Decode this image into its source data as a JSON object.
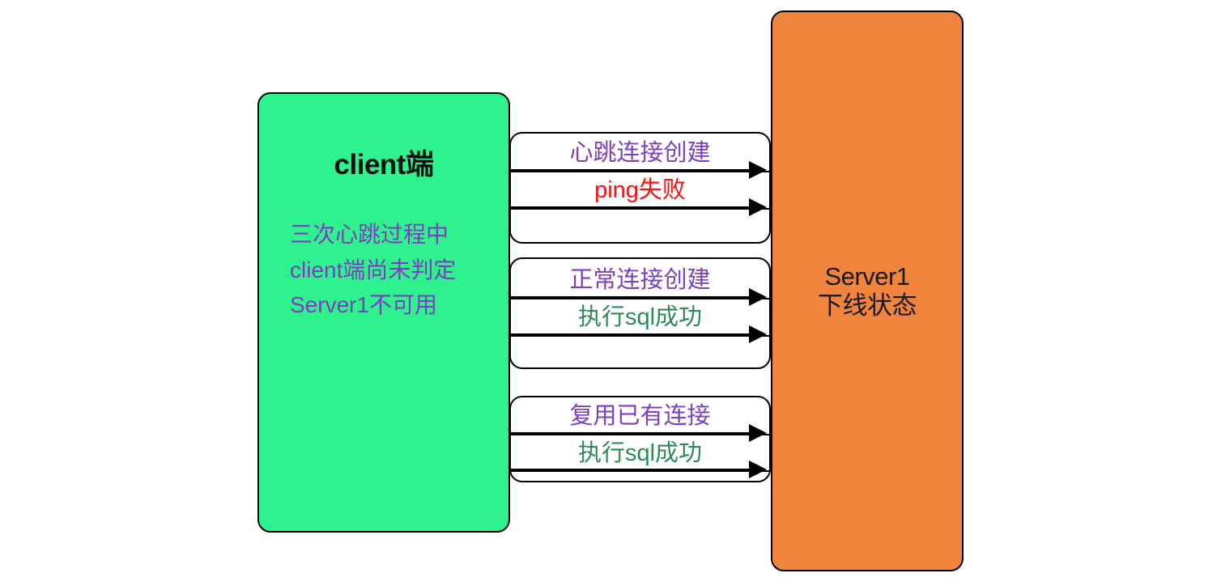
{
  "diagram": {
    "type": "sequence-style block diagram",
    "title_text_present": false
  },
  "client_node": {
    "name": "client-node",
    "title": "client端",
    "note_lines": [
      "三次心跳过程中",
      "client端尚未判定",
      "Server1不可用"
    ],
    "fill_color": "#2DF28D",
    "border_color": "#000000",
    "note_color": "#7B3FBF"
  },
  "server_node": {
    "name": "server-node",
    "title_lines": [
      "Server1",
      "下线状态"
    ],
    "fill_color": "#F0843C",
    "border_color": "#000000"
  },
  "message_groups": [
    {
      "id": "group-1",
      "labels": [
        {
          "text": "心跳连接创建",
          "color_name": "purple",
          "color": "#7B3FBF"
        },
        {
          "text": "ping失败",
          "color_name": "red",
          "color": "#FA1212"
        }
      ],
      "arrows": 2,
      "arrow_direction": "client-to-server"
    },
    {
      "id": "group-2",
      "labels": [
        {
          "text": "正常连接创建",
          "color_name": "purple",
          "color": "#7B3FBF"
        },
        {
          "text": "执行sql成功",
          "color_name": "green",
          "color": "#2E8B57"
        }
      ],
      "arrows": 2,
      "arrow_direction": "client-to-server"
    },
    {
      "id": "group-3",
      "labels": [
        {
          "text": "复用已有连接",
          "color_name": "purple",
          "color": "#7B3FBF"
        },
        {
          "text": "执行sql成功",
          "color_name": "green",
          "color": "#2E8B57"
        }
      ],
      "arrows": 2,
      "arrow_direction": "client-to-server"
    }
  ]
}
